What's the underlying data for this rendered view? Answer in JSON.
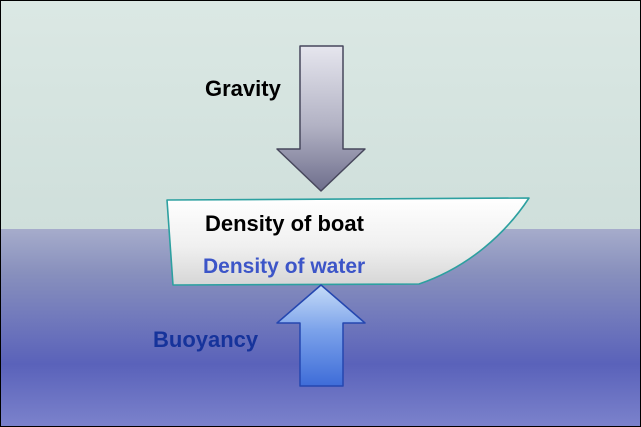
{
  "diagram": {
    "title": "Boat buoyancy force diagram",
    "labels": {
      "gravity": "Gravity",
      "density_of_boat": "Density of boat",
      "density_of_water": "Density of water",
      "buoyancy": "Buoyancy"
    },
    "colors": {
      "sky": "#d5e4e0",
      "water_top": "#a6accb",
      "water_mid": "#5a62ba",
      "water_bottom": "#7c83cc",
      "gravity_arrow_top": "#e2e2ea",
      "gravity_arrow_bottom": "#6e6e8c",
      "gravity_arrow_outline": "#47475c",
      "buoyancy_arrow_top": "#c6dcf8",
      "buoyancy_arrow_bottom": "#3e6cd8",
      "buoyancy_arrow_outline": "#2547b0",
      "boat_fill_top": "#ffffff",
      "boat_fill_bottom": "#d6d6d6",
      "boat_outline": "#2da0a0",
      "gravity_text": "#000000",
      "density_of_boat_text": "#000000",
      "density_of_water_text": "#3c55c8",
      "buoyancy_text": "#16339b"
    }
  }
}
